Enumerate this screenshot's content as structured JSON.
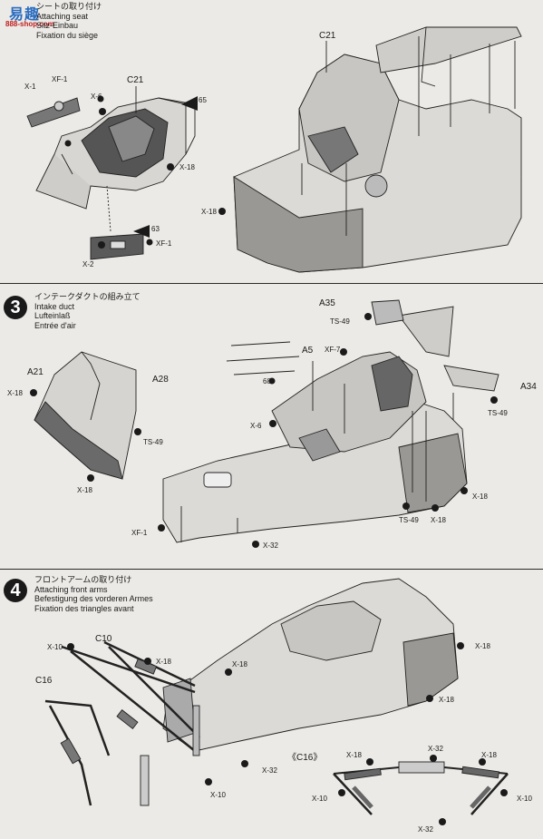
{
  "logo": {
    "text": "易趣",
    "url": "888-shop.com"
  },
  "steps": [
    {
      "number": "",
      "title_jp": "シートの取り付け",
      "title_en": "Attaching seat",
      "title_de": "Sitz-Einbau",
      "title_fr": "Fixation du siège",
      "labels": {
        "c21_seat": "C21",
        "c21_body": "C21",
        "x1": "X-1",
        "xf1_top": "XF-1",
        "x6": "X-6",
        "x18_seat": "X-18",
        "x18_body": "X-18",
        "x2": "X-2",
        "xf1_bottom": "XF-1",
        "ref65": "65",
        "ref63": "63"
      }
    },
    {
      "number": "3",
      "title_jp": "インテークダクトの組み立て",
      "title_en": "Intake duct",
      "title_de": "Lufteinlaß",
      "title_fr": "Entrée d'air",
      "labels": {
        "a21": "A21",
        "a28": "A28",
        "x18_a": "X-18",
        "ts49_a": "TS-49",
        "x18_b": "X-18",
        "a35": "A35",
        "ts49_top": "TS-49",
        "a5": "A5",
        "xf7": "XF-7",
        "ref68": "68",
        "x6": "X-6",
        "a34": "A34",
        "ts49_right": "TS-49",
        "x18_right": "X-18",
        "ts49_bottom": "TS-49",
        "x18_bottom": "X-18",
        "xf1": "XF-1",
        "x32": "X-32"
      }
    },
    {
      "number": "4",
      "title_jp": "フロントアームの取り付け",
      "title_en": "Attaching front arms",
      "title_de": "Befestigung des vorderen Armes",
      "title_fr": "Fixation des triangles avant",
      "labels": {
        "x10_top": "X-10",
        "c10": "C10",
        "x18_arm": "X-18",
        "c16": "C16",
        "x18_body": "X-18",
        "x18_right": "X-18",
        "x32": "X-32",
        "x10_bottom": "X-10",
        "c16_detail": "《C16》",
        "d_x18_left": "X-18",
        "d_x32_top": "X-32",
        "d_x18_right": "X-18",
        "d_x10_left": "X-10",
        "d_x10_right": "X-10",
        "d_x32_bottom": "X-32"
      }
    }
  ]
}
